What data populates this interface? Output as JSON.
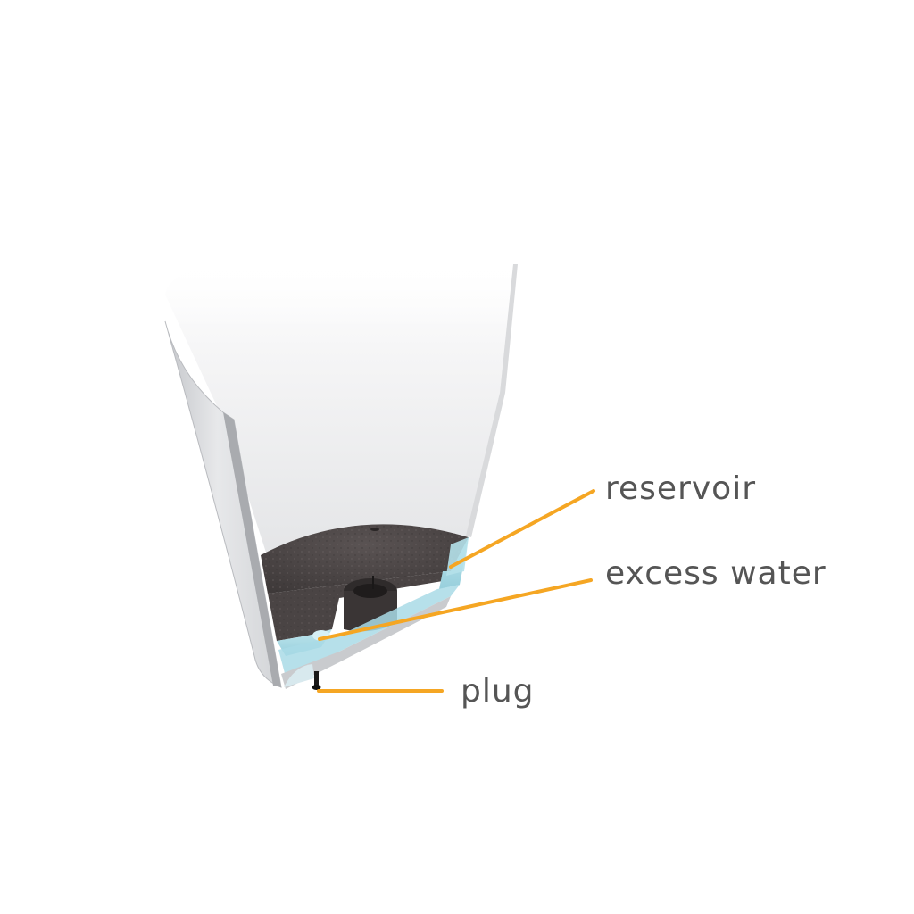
{
  "labels": {
    "reservoir": "reservoir",
    "excess_water": "excess water",
    "plug": "plug"
  },
  "colors": {
    "callout_line": "#f5a623",
    "label_text": "#555555",
    "pot_shell": "#cfd1d4",
    "soil": "#4a4444",
    "water": "#a9dbe6"
  }
}
